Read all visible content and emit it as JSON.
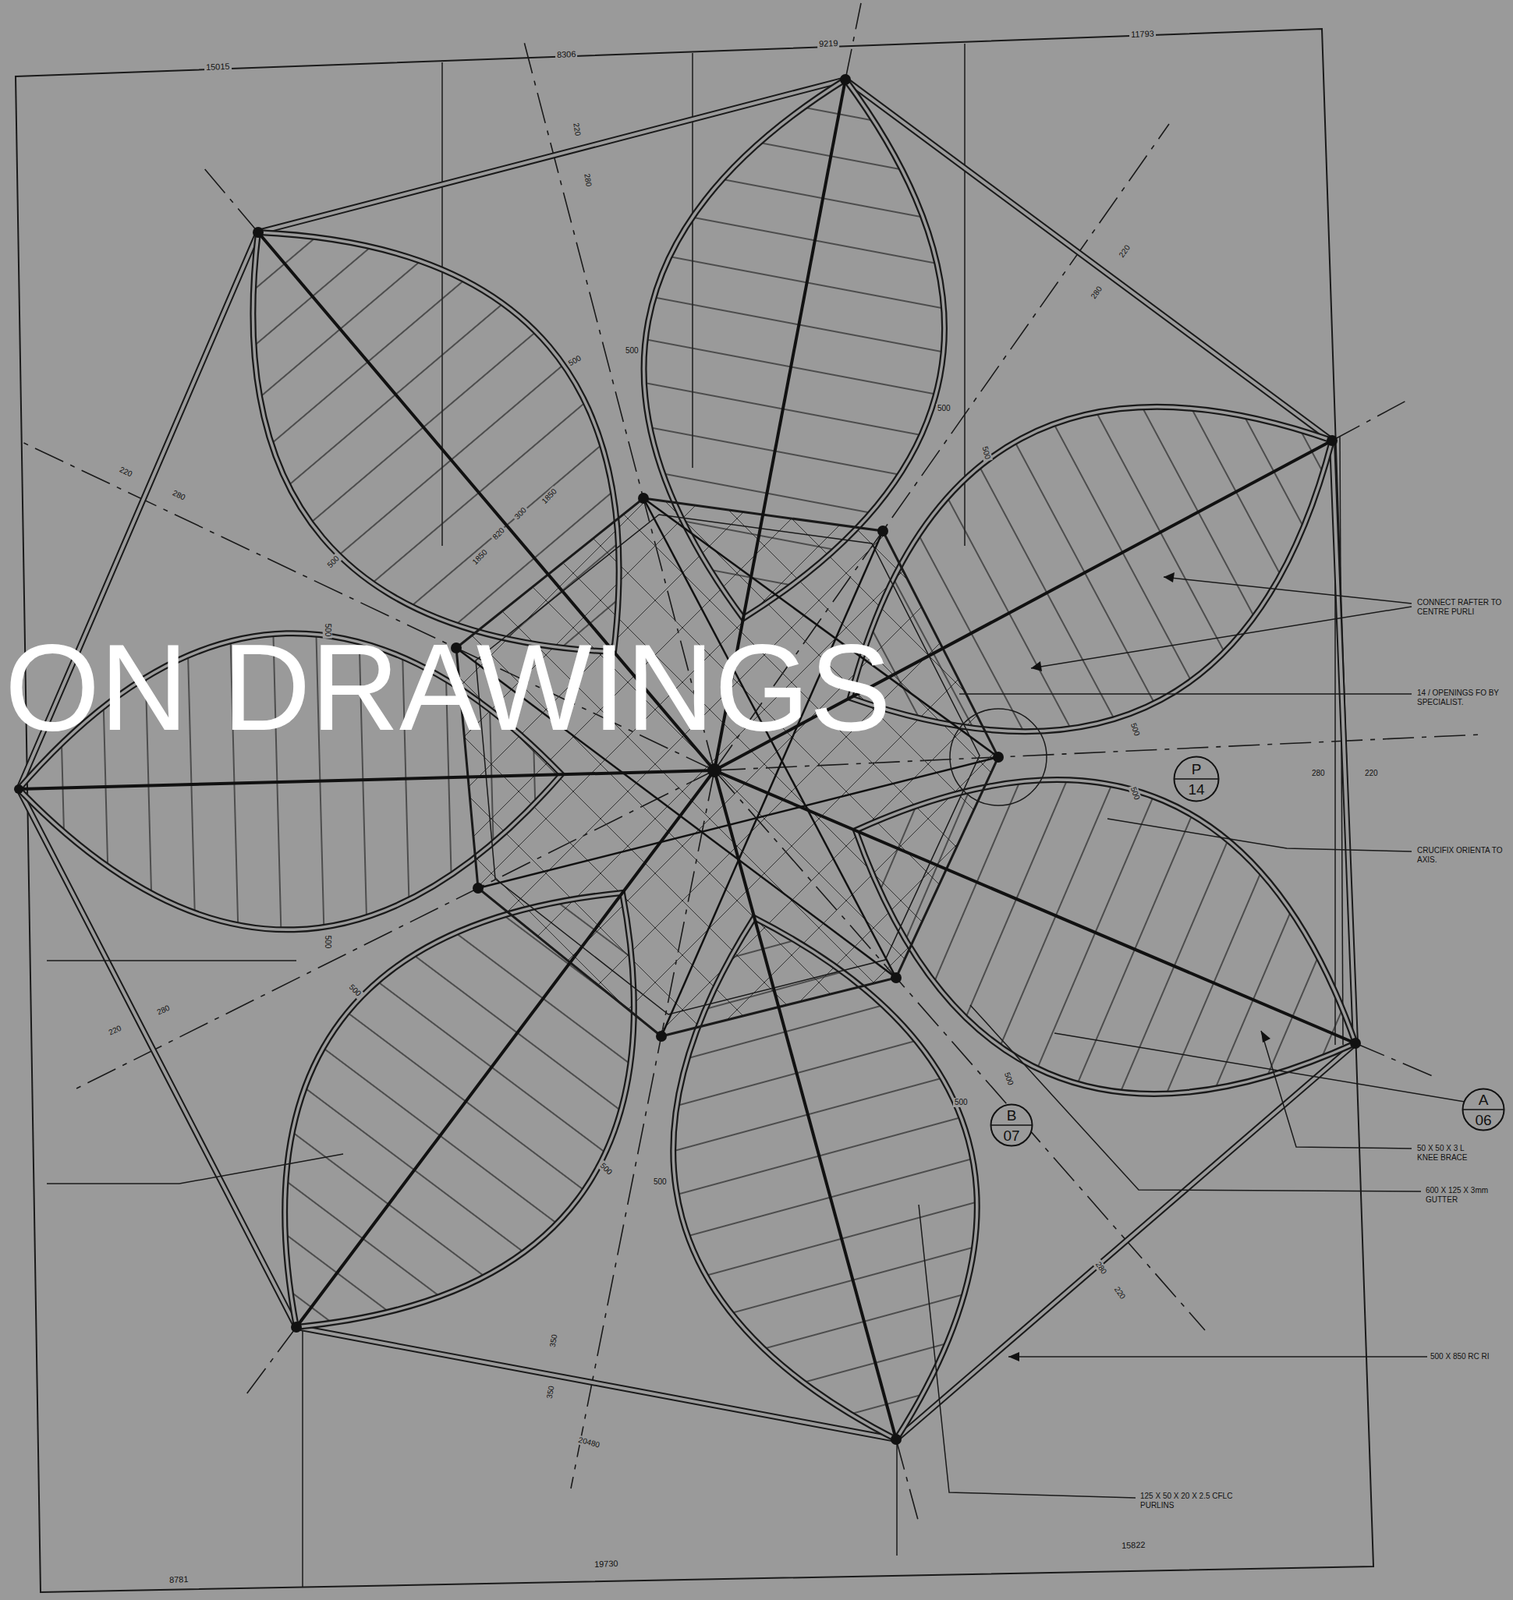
{
  "diagram": {
    "nodes": [
      {
        "text": [
          "P",
          "14"
        ]
      },
      {
        "text": [
          "B",
          "07"
        ]
      },
      {
        "text": [
          "A",
          "06"
        ]
      }
    ],
    "labels": [
      "ON DRAWINGS",
      "15015",
      "8306",
      "9219",
      "11793",
      "220",
      "280",
      "220",
      "280",
      "220",
      "280",
      "500",
      "500",
      "500",
      "500",
      "1850",
      "300",
      "820",
      "1850",
      "500",
      "500",
      "500",
      "280",
      "220",
      "500",
      "500",
      "500",
      "500",
      "500",
      "220",
      "280",
      "500",
      "500",
      "280",
      "220",
      "350",
      "350",
      "20480",
      "19730",
      "15822",
      "8781",
      "CONNECT RAFTER TO CENTRE PURLI",
      "14 / OPENINGS FO BY SPECIALIST.",
      "CRUCIFIX ORIENTA TO AXIS.",
      "50 X 50 X 3 L KNEE BRACE",
      "600 X 125 X 3mm GUTTER",
      "500 X 850 RC RI",
      "125 X 50 X 20 X 2.5 CFLC PURLINS"
    ]
  }
}
